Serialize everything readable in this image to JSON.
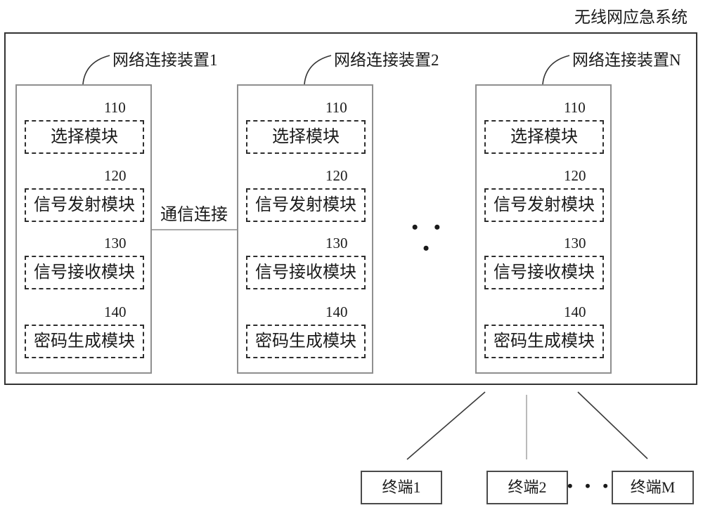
{
  "title": "无线网应急系统",
  "connection": {
    "label": "通信连接"
  },
  "devices_ellipsis": "• • •",
  "devices": [
    {
      "label": "网络连接装置1",
      "modules": [
        {
          "ref": "110",
          "name": "选择模块"
        },
        {
          "ref": "120",
          "name": "信号发射模块"
        },
        {
          "ref": "130",
          "name": "信号接收模块"
        },
        {
          "ref": "140",
          "name": "密码生成模块"
        }
      ]
    },
    {
      "label": "网络连接装置2",
      "modules": [
        {
          "ref": "110",
          "name": "选择模块"
        },
        {
          "ref": "120",
          "name": "信号发射模块"
        },
        {
          "ref": "130",
          "name": "信号接收模块"
        },
        {
          "ref": "140",
          "name": "密码生成模块"
        }
      ]
    },
    {
      "label": "网络连接装置N",
      "modules": [
        {
          "ref": "110",
          "name": "选择模块"
        },
        {
          "ref": "120",
          "name": "信号发射模块"
        },
        {
          "ref": "130",
          "name": "信号接收模块"
        },
        {
          "ref": "140",
          "name": "密码生成模块"
        }
      ]
    }
  ],
  "terminals": {
    "items": [
      "终端1",
      "终端2",
      "终端M"
    ],
    "ellipsis": "• • •"
  }
}
